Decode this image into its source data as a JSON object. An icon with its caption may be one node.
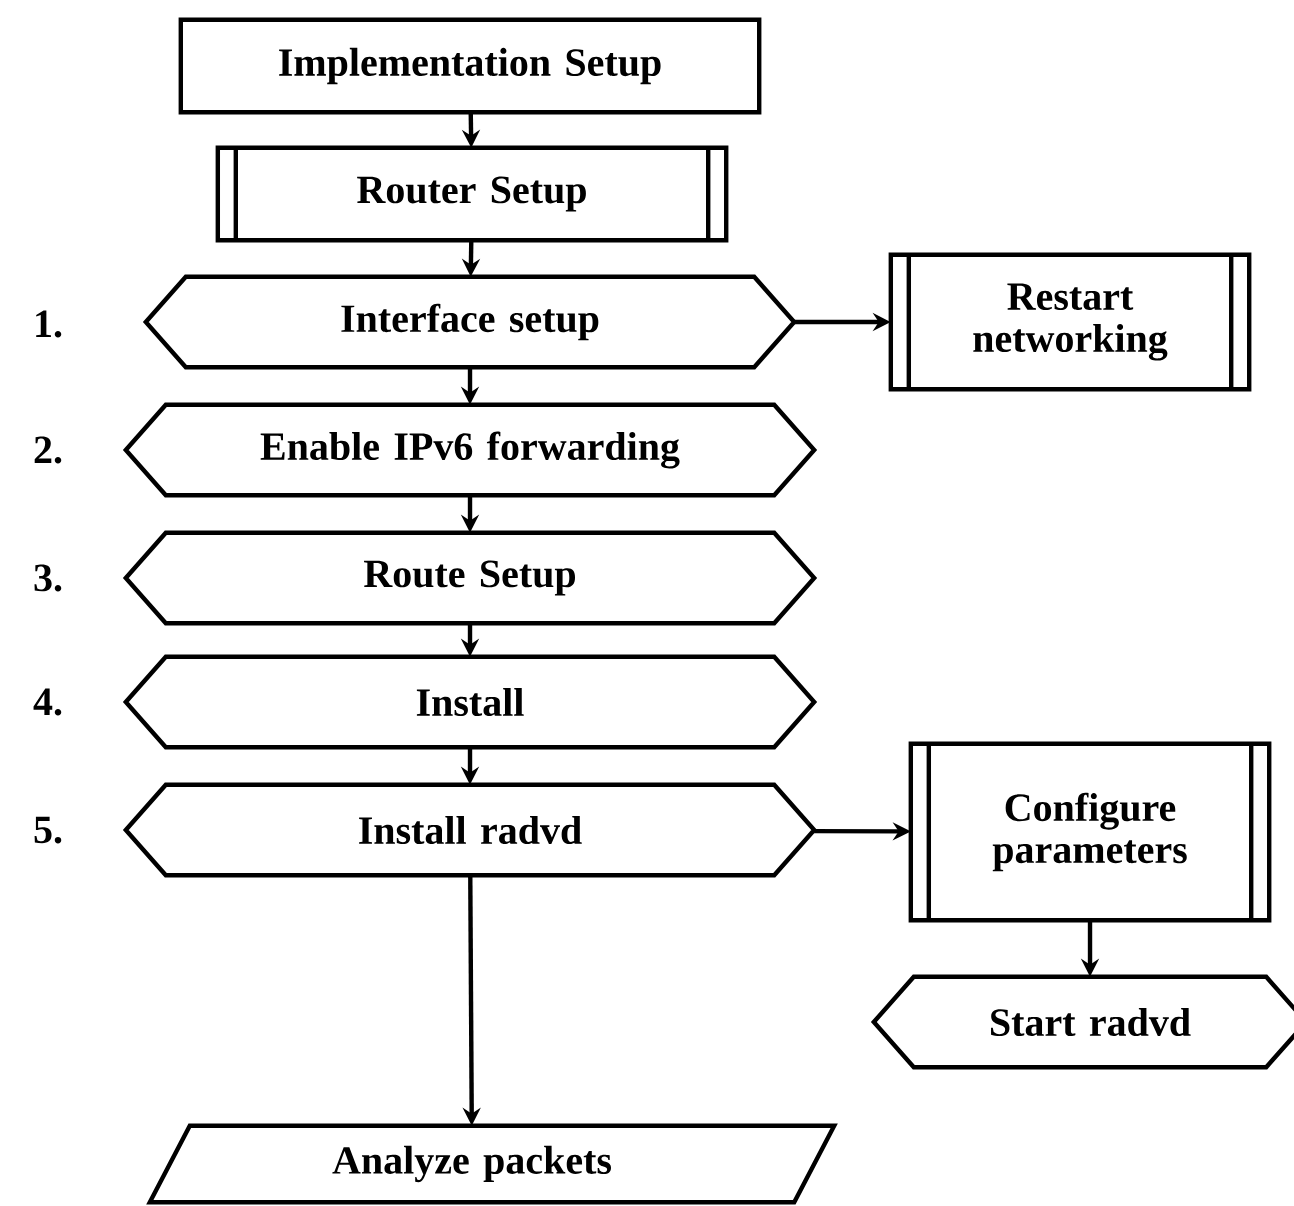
{
  "diagram": {
    "nodes": [
      {
        "text": [
          "Implementation Setup"
        ]
      },
      {
        "text": [
          "Router Setup"
        ]
      },
      {
        "text": [
          "Interface setup"
        ]
      },
      {
        "text": [
          "Restart networking"
        ]
      },
      {
        "text": [
          "Enable IPv6 forwarding"
        ]
      },
      {
        "text": [
          "Route Setup"
        ]
      },
      {
        "text": [
          "Install"
        ]
      },
      {
        "text": [
          "Install radvd"
        ]
      },
      {
        "text": [
          "Configure parameters"
        ]
      },
      {
        "text": [
          "Start radvd"
        ]
      },
      {
        "text": [
          "Analyze packets"
        ]
      }
    ],
    "edges": [
      {
        "from": 0,
        "to": 1,
        "arrow": "to"
      },
      {
        "from": 1,
        "to": 2,
        "arrow": "to"
      },
      {
        "from": 2,
        "to": 3,
        "arrow": "to"
      },
      {
        "from": 2,
        "to": 4,
        "arrow": "to"
      },
      {
        "from": 4,
        "to": 5,
        "arrow": "to"
      },
      {
        "from": 5,
        "to": 6,
        "arrow": "to"
      },
      {
        "from": 6,
        "to": 7,
        "arrow": "to"
      },
      {
        "from": 7,
        "to": 8,
        "arrow": "to"
      },
      {
        "from": 8,
        "to": 9,
        "arrow": "to"
      },
      {
        "from": 7,
        "to": 10,
        "arrow": "to"
      }
    ],
    "labels": [
      "1.",
      "2.",
      "3.",
      "4.",
      "5."
    ]
  }
}
